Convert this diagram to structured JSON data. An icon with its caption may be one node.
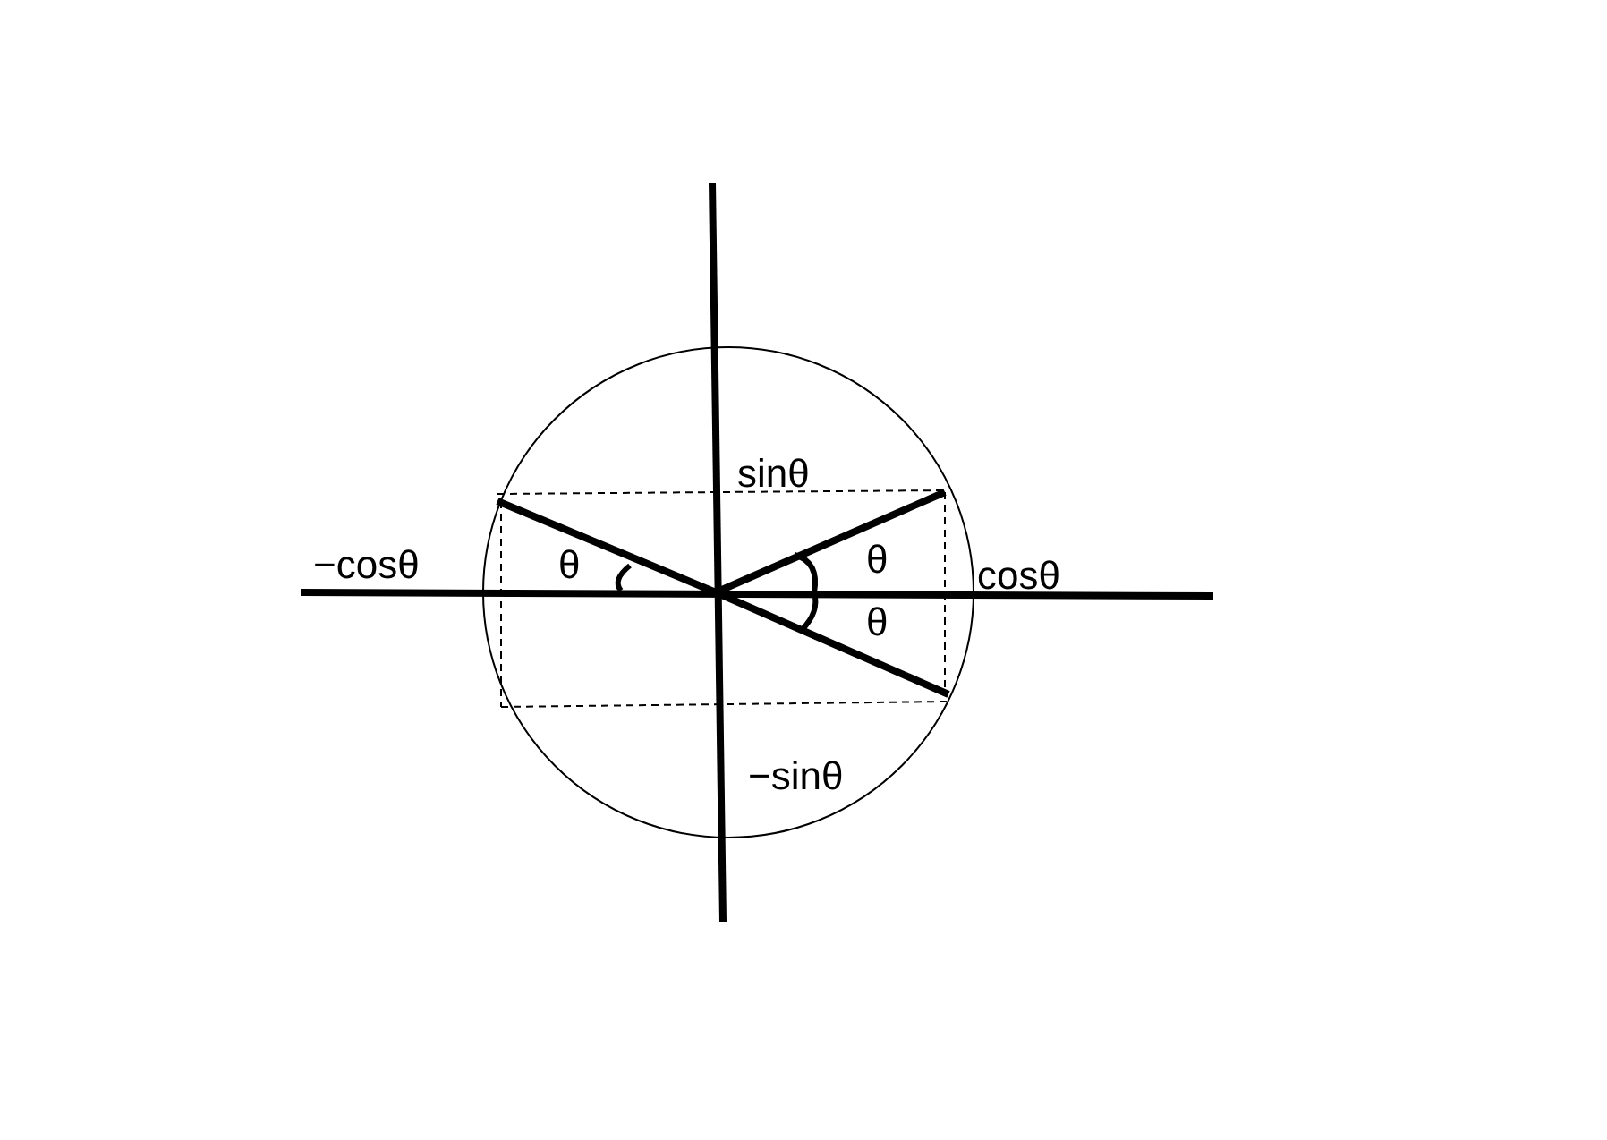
{
  "diagram": {
    "labels": [
      "sinθ",
      "−cosθ",
      "θ",
      "θ",
      "cosθ",
      "θ",
      "−sinθ"
    ]
  }
}
